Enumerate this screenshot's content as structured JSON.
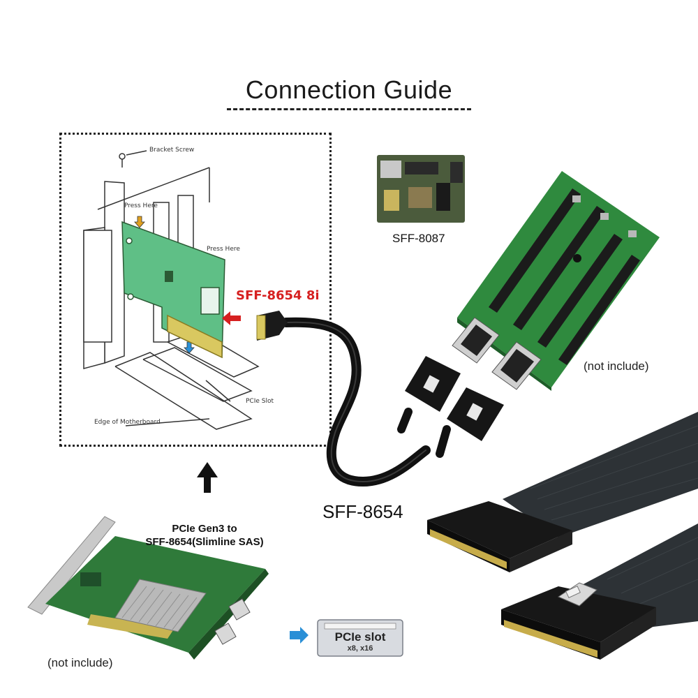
{
  "title": "Connection Guide",
  "install_diagram": {
    "bracket_screw": "Bracket Screw",
    "press_here_1": "Press Here",
    "press_here_2": "Press Here",
    "connector_label": "SFF-8654 8i",
    "pcie_slot": "PCIe Slot",
    "motherboard_edge": "Edge of Motherboard"
  },
  "cable_label": "SFF-8654",
  "sff8087_label": "SFF-8087",
  "riser_note": "(not include)",
  "card_title_line1": "PCIe Gen3 to",
  "card_title_line2": "SFF-8654(Slimline SAS)",
  "card_note": "(not include)",
  "slot_badge": {
    "title": "PCIe slot",
    "subtitle": "x8, x16"
  },
  "colors": {
    "accent_red": "#d62020",
    "pcb_green": "#2f8a3e",
    "arrow_blue": "#2a8fd6",
    "cable_black": "#111111"
  }
}
